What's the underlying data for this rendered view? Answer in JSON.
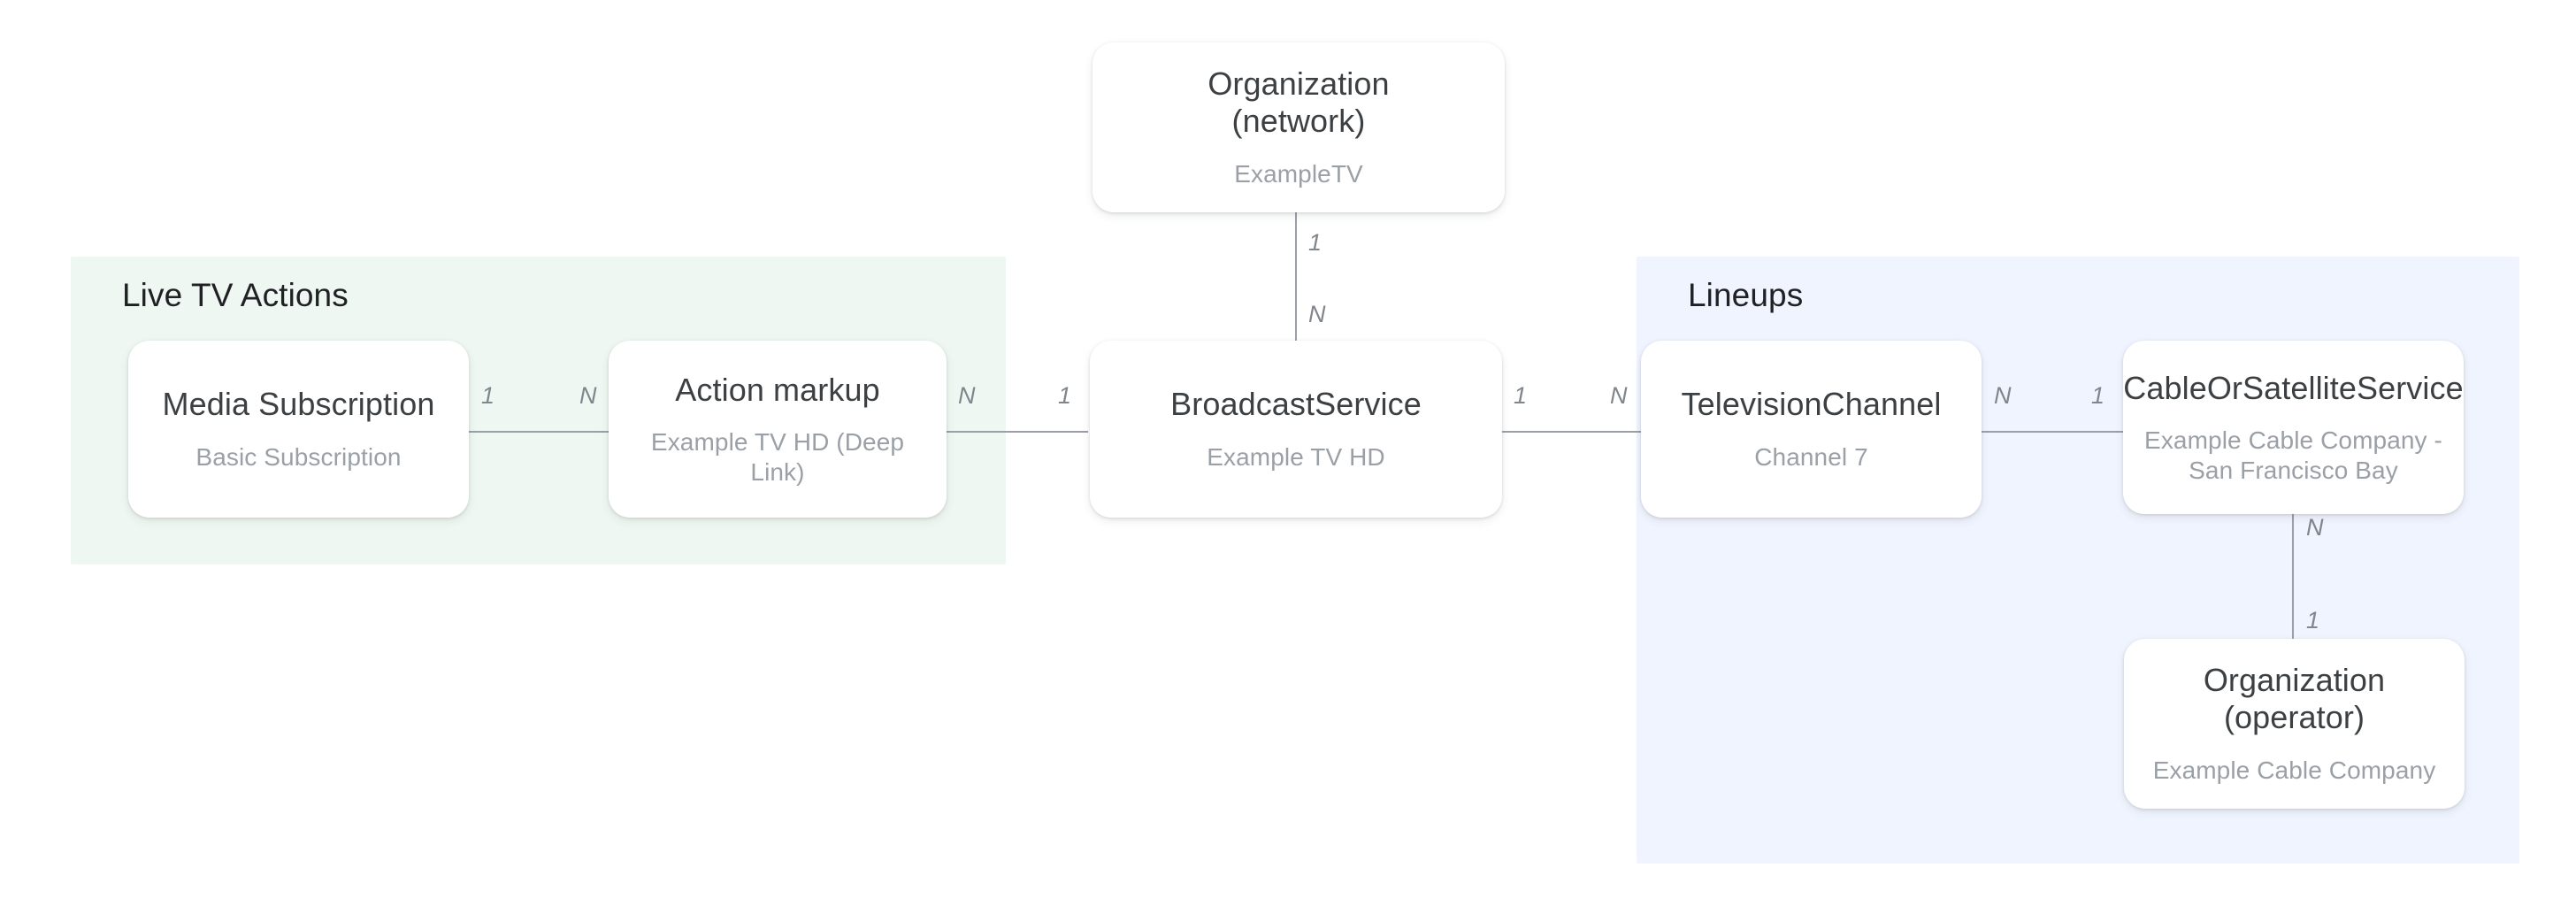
{
  "diagram": {
    "type": "entity-relationship",
    "title": "",
    "background": "#ffffff",
    "groups": [
      {
        "id": "live-tv-actions",
        "label": "Live TV Actions",
        "color": "#eff7f2"
      },
      {
        "id": "lineups",
        "label": "Lineups",
        "color": "#f0f4fe"
      }
    ],
    "nodes": [
      {
        "id": "organization-network",
        "title": "Organization\n(network)",
        "subtitle": "ExampleTV"
      },
      {
        "id": "media-subscription",
        "title": "Media Subscription",
        "subtitle": "Basic Subscription"
      },
      {
        "id": "action-markup",
        "title": "Action markup",
        "subtitle": "Example TV HD (Deep Link)"
      },
      {
        "id": "broadcast-service",
        "title": "BroadcastService",
        "subtitle": "Example TV HD"
      },
      {
        "id": "television-channel",
        "title": "TelevisionChannel",
        "subtitle": "Channel 7"
      },
      {
        "id": "cable-or-satellite-service",
        "title": "CableOrSatelliteService",
        "subtitle": "Example Cable Company -\nSan Francisco Bay"
      },
      {
        "id": "organization-operator",
        "title": "Organization (operator)",
        "subtitle": "Example Cable Company"
      }
    ],
    "edges": [
      {
        "id": "edge-org-network-broadcast",
        "from": "organization-network",
        "to": "broadcast-service",
        "orientation": "vertical",
        "from_cardinality": "1",
        "to_cardinality": "N"
      },
      {
        "id": "edge-media-subscription-action-markup",
        "from": "media-subscription",
        "to": "action-markup",
        "orientation": "horizontal",
        "from_cardinality": "1",
        "to_cardinality": "N"
      },
      {
        "id": "edge-action-markup-broadcast",
        "from": "action-markup",
        "to": "broadcast-service",
        "orientation": "horizontal",
        "from_cardinality": "N",
        "to_cardinality": "1"
      },
      {
        "id": "edge-broadcast-television-channel",
        "from": "broadcast-service",
        "to": "television-channel",
        "orientation": "horizontal",
        "from_cardinality": "1",
        "to_cardinality": "N"
      },
      {
        "id": "edge-television-channel-cable",
        "from": "television-channel",
        "to": "cable-or-satellite-service",
        "orientation": "horizontal",
        "from_cardinality": "N",
        "to_cardinality": "1"
      },
      {
        "id": "edge-cable-org-operator",
        "from": "cable-or-satellite-service",
        "to": "organization-operator",
        "orientation": "vertical",
        "from_cardinality": "N",
        "to_cardinality": "1"
      }
    ],
    "colors": {
      "node_bg": "#ffffff",
      "node_title": "#3c4043",
      "node_subtitle": "#9aa0a6",
      "group_title": "#202124",
      "edge": "#9aa0a6",
      "cardinality": "#80868b"
    }
  }
}
